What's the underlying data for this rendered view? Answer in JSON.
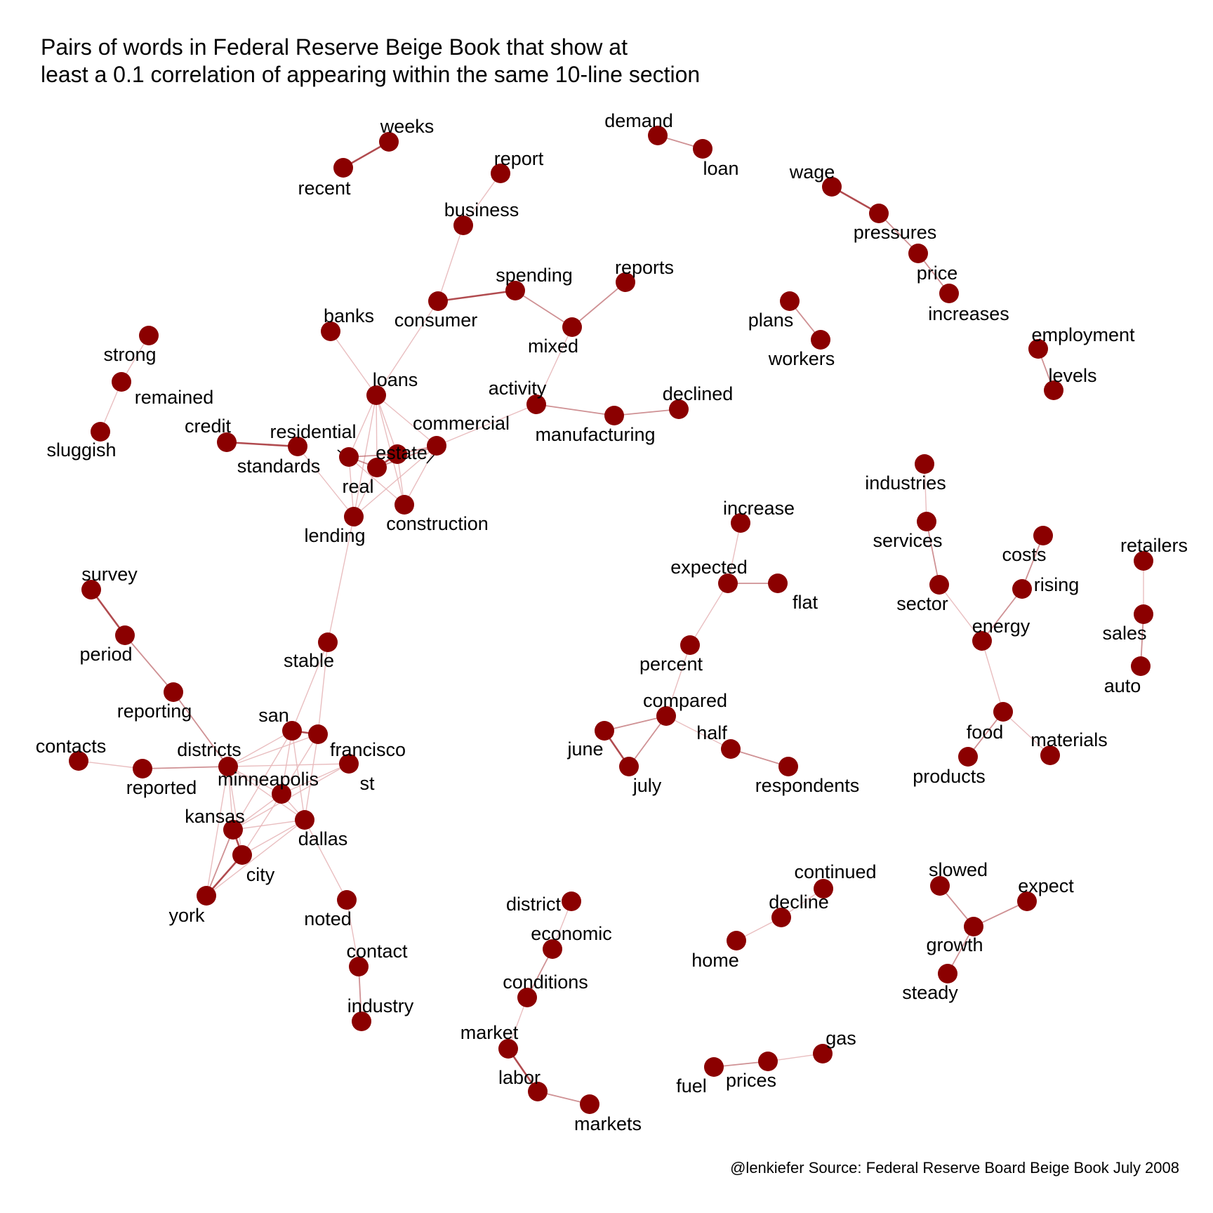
{
  "title_lines": [
    "Pairs of words in Federal Reserve Beige Book that show at",
    "least a 0.1 correlation of appearing within the same 10-line section"
  ],
  "caption": "@lenkiefer Source: Federal Reserve Board Beige Book July 2008",
  "colors": {
    "node": "#8b0000",
    "edge_strong": "#a8373c",
    "edge_weak": "#e7b7b9",
    "text": "#000000",
    "background": "#ffffff"
  },
  "nodes": [
    {
      "id": "weeks",
      "label": "weeks"
    },
    {
      "id": "recent",
      "label": "recent"
    },
    {
      "id": "demand",
      "label": "demand"
    },
    {
      "id": "loan",
      "label": "loan"
    },
    {
      "id": "wage",
      "label": "wage"
    },
    {
      "id": "pressures",
      "label": "pressures"
    },
    {
      "id": "price",
      "label": "price"
    },
    {
      "id": "increases",
      "label": "increases"
    },
    {
      "id": "report",
      "label": "report"
    },
    {
      "id": "business",
      "label": "business"
    },
    {
      "id": "consumer",
      "label": "consumer"
    },
    {
      "id": "spending",
      "label": "spending"
    },
    {
      "id": "mixed",
      "label": "mixed"
    },
    {
      "id": "reports",
      "label": "reports"
    },
    {
      "id": "activity",
      "label": "activity"
    },
    {
      "id": "manufacturing",
      "label": "manufacturing"
    },
    {
      "id": "declined",
      "label": "declined"
    },
    {
      "id": "banks",
      "label": "banks"
    },
    {
      "id": "loans",
      "label": "loans"
    },
    {
      "id": "commercial",
      "label": "commercial"
    },
    {
      "id": "residential",
      "label": "residential"
    },
    {
      "id": "estate",
      "label": "estate"
    },
    {
      "id": "real",
      "label": "real"
    },
    {
      "id": "construction",
      "label": "construction"
    },
    {
      "id": "lending",
      "label": "lending"
    },
    {
      "id": "credit",
      "label": "credit"
    },
    {
      "id": "standards",
      "label": "standards"
    },
    {
      "id": "strong",
      "label": "strong"
    },
    {
      "id": "remained",
      "label": "remained"
    },
    {
      "id": "sluggish",
      "label": "sluggish"
    },
    {
      "id": "plans",
      "label": "plans"
    },
    {
      "id": "workers",
      "label": "workers"
    },
    {
      "id": "employment",
      "label": "employment"
    },
    {
      "id": "levels",
      "label": "levels"
    },
    {
      "id": "industries",
      "label": "industries"
    },
    {
      "id": "services",
      "label": "services"
    },
    {
      "id": "sector",
      "label": "sector"
    },
    {
      "id": "energy",
      "label": "energy"
    },
    {
      "id": "costs",
      "label": "costs"
    },
    {
      "id": "rising",
      "label": "rising"
    },
    {
      "id": "food",
      "label": "food"
    },
    {
      "id": "products",
      "label": "products"
    },
    {
      "id": "materials",
      "label": "materials"
    },
    {
      "id": "retailers",
      "label": "retailers"
    },
    {
      "id": "sales",
      "label": "sales"
    },
    {
      "id": "auto",
      "label": "auto"
    },
    {
      "id": "increase",
      "label": "increase"
    },
    {
      "id": "expected",
      "label": "expected"
    },
    {
      "id": "flat",
      "label": "flat"
    },
    {
      "id": "percent",
      "label": "percent"
    },
    {
      "id": "compared",
      "label": "compared"
    },
    {
      "id": "june",
      "label": "june"
    },
    {
      "id": "july",
      "label": "july"
    },
    {
      "id": "half",
      "label": "half"
    },
    {
      "id": "respondents",
      "label": "respondents"
    },
    {
      "id": "survey",
      "label": "survey"
    },
    {
      "id": "period",
      "label": "period"
    },
    {
      "id": "reporting",
      "label": "reporting"
    },
    {
      "id": "contacts",
      "label": "contacts"
    },
    {
      "id": "reported",
      "label": "reported"
    },
    {
      "id": "districts",
      "label": "districts"
    },
    {
      "id": "stable",
      "label": "stable"
    },
    {
      "id": "san",
      "label": "san"
    },
    {
      "id": "francisco",
      "label": "francisco"
    },
    {
      "id": "st",
      "label": "st"
    },
    {
      "id": "minneapolis",
      "label": "minneapolis"
    },
    {
      "id": "kansas",
      "label": "kansas"
    },
    {
      "id": "dallas",
      "label": "dallas"
    },
    {
      "id": "city",
      "label": "city"
    },
    {
      "id": "york",
      "label": "york"
    },
    {
      "id": "noted",
      "label": "noted"
    },
    {
      "id": "contact",
      "label": "contact"
    },
    {
      "id": "industry",
      "label": "industry"
    },
    {
      "id": "district",
      "label": "district"
    },
    {
      "id": "economic",
      "label": "economic"
    },
    {
      "id": "conditions",
      "label": "conditions"
    },
    {
      "id": "market",
      "label": "market"
    },
    {
      "id": "labor",
      "label": "labor"
    },
    {
      "id": "markets",
      "label": "markets"
    },
    {
      "id": "continued",
      "label": "continued"
    },
    {
      "id": "decline",
      "label": "decline"
    },
    {
      "id": "home",
      "label": "home"
    },
    {
      "id": "slowed",
      "label": "slowed"
    },
    {
      "id": "expect",
      "label": "expect"
    },
    {
      "id": "growth",
      "label": "growth"
    },
    {
      "id": "steady",
      "label": "steady"
    },
    {
      "id": "fuel",
      "label": "fuel"
    },
    {
      "id": "prices",
      "label": "prices"
    },
    {
      "id": "gas",
      "label": "gas"
    }
  ],
  "edges": [
    {
      "from": "weeks",
      "to": "recent",
      "strength": "strong"
    },
    {
      "from": "demand",
      "to": "loan",
      "strength": "medium"
    },
    {
      "from": "wage",
      "to": "pressures",
      "strength": "strong"
    },
    {
      "from": "pressures",
      "to": "price",
      "strength": "medium"
    },
    {
      "from": "price",
      "to": "increases",
      "strength": "medium"
    },
    {
      "from": "report",
      "to": "business",
      "strength": "weak"
    },
    {
      "from": "business",
      "to": "consumer",
      "strength": "weak"
    },
    {
      "from": "consumer",
      "to": "spending",
      "strength": "strong"
    },
    {
      "from": "spending",
      "to": "mixed",
      "strength": "medium"
    },
    {
      "from": "mixed",
      "to": "reports",
      "strength": "medium"
    },
    {
      "from": "mixed",
      "to": "activity",
      "strength": "weak"
    },
    {
      "from": "activity",
      "to": "manufacturing",
      "strength": "medium"
    },
    {
      "from": "manufacturing",
      "to": "declined",
      "strength": "medium"
    },
    {
      "from": "activity",
      "to": "commercial",
      "strength": "weak"
    },
    {
      "from": "consumer",
      "to": "loans",
      "strength": "weak"
    },
    {
      "from": "banks",
      "to": "loans",
      "strength": "weak"
    },
    {
      "from": "loans",
      "to": "residential",
      "strength": "weak"
    },
    {
      "from": "loans",
      "to": "estate",
      "strength": "weak"
    },
    {
      "from": "loans",
      "to": "real",
      "strength": "weak"
    },
    {
      "from": "loans",
      "to": "commercial",
      "strength": "weak"
    },
    {
      "from": "loans",
      "to": "construction",
      "strength": "weak"
    },
    {
      "from": "loans",
      "to": "lending",
      "strength": "weak"
    },
    {
      "from": "residential",
      "to": "real",
      "strength": "medium"
    },
    {
      "from": "residential",
      "to": "estate",
      "strength": "medium"
    },
    {
      "from": "residential",
      "to": "construction",
      "strength": "weak"
    },
    {
      "from": "residential",
      "to": "lending",
      "strength": "weak"
    },
    {
      "from": "real",
      "to": "estate",
      "strength": "strong"
    },
    {
      "from": "real",
      "to": "commercial",
      "strength": "medium"
    },
    {
      "from": "real",
      "to": "lending",
      "strength": "weak"
    },
    {
      "from": "estate",
      "to": "commercial",
      "strength": "medium"
    },
    {
      "from": "estate",
      "to": "construction",
      "strength": "weak"
    },
    {
      "from": "commercial",
      "to": "construction",
      "strength": "weak"
    },
    {
      "from": "commercial",
      "to": "lending",
      "strength": "weak"
    },
    {
      "from": "credit",
      "to": "standards",
      "strength": "strong"
    },
    {
      "from": "standards",
      "to": "lending",
      "strength": "weak"
    },
    {
      "from": "lending",
      "to": "stable",
      "strength": "weak"
    },
    {
      "from": "strong",
      "to": "remained",
      "strength": "weak"
    },
    {
      "from": "remained",
      "to": "sluggish",
      "strength": "weak"
    },
    {
      "from": "plans",
      "to": "workers",
      "strength": "medium"
    },
    {
      "from": "employment",
      "to": "levels",
      "strength": "medium"
    },
    {
      "from": "industries",
      "to": "services",
      "strength": "weak"
    },
    {
      "from": "services",
      "to": "sector",
      "strength": "medium"
    },
    {
      "from": "sector",
      "to": "energy",
      "strength": "weak"
    },
    {
      "from": "costs",
      "to": "rising",
      "strength": "medium"
    },
    {
      "from": "rising",
      "to": "energy",
      "strength": "medium"
    },
    {
      "from": "energy",
      "to": "food",
      "strength": "weak"
    },
    {
      "from": "food",
      "to": "products",
      "strength": "medium"
    },
    {
      "from": "food",
      "to": "materials",
      "strength": "weak"
    },
    {
      "from": "retailers",
      "to": "sales",
      "strength": "weak"
    },
    {
      "from": "sales",
      "to": "auto",
      "strength": "medium"
    },
    {
      "from": "increase",
      "to": "expected",
      "strength": "weak"
    },
    {
      "from": "expected",
      "to": "flat",
      "strength": "medium"
    },
    {
      "from": "expected",
      "to": "percent",
      "strength": "weak"
    },
    {
      "from": "percent",
      "to": "compared",
      "strength": "weak"
    },
    {
      "from": "compared",
      "to": "june",
      "strength": "medium"
    },
    {
      "from": "compared",
      "to": "july",
      "strength": "medium"
    },
    {
      "from": "june",
      "to": "july",
      "strength": "strong"
    },
    {
      "from": "compared",
      "to": "half",
      "strength": "weak"
    },
    {
      "from": "half",
      "to": "respondents",
      "strength": "medium"
    },
    {
      "from": "survey",
      "to": "period",
      "strength": "strong"
    },
    {
      "from": "period",
      "to": "reporting",
      "strength": "medium"
    },
    {
      "from": "reporting",
      "to": "districts",
      "strength": "medium"
    },
    {
      "from": "contacts",
      "to": "reported",
      "strength": "weak"
    },
    {
      "from": "reported",
      "to": "districts",
      "strength": "medium"
    },
    {
      "from": "districts",
      "to": "san",
      "strength": "weak"
    },
    {
      "from": "districts",
      "to": "francisco",
      "strength": "weak"
    },
    {
      "from": "districts",
      "to": "st",
      "strength": "weak"
    },
    {
      "from": "districts",
      "to": "minneapolis",
      "strength": "weak"
    },
    {
      "from": "districts",
      "to": "kansas",
      "strength": "weak"
    },
    {
      "from": "districts",
      "to": "dallas",
      "strength": "weak"
    },
    {
      "from": "districts",
      "to": "city",
      "strength": "weak"
    },
    {
      "from": "districts",
      "to": "york",
      "strength": "weak"
    },
    {
      "from": "san",
      "to": "francisco",
      "strength": "strong"
    },
    {
      "from": "san",
      "to": "minneapolis",
      "strength": "weak"
    },
    {
      "from": "san",
      "to": "dallas",
      "strength": "weak"
    },
    {
      "from": "san",
      "to": "kansas",
      "strength": "weak"
    },
    {
      "from": "francisco",
      "to": "dallas",
      "strength": "weak"
    },
    {
      "from": "francisco",
      "to": "minneapolis",
      "strength": "weak"
    },
    {
      "from": "stable",
      "to": "francisco",
      "strength": "weak"
    },
    {
      "from": "stable",
      "to": "san",
      "strength": "weak"
    },
    {
      "from": "st",
      "to": "minneapolis",
      "strength": "weak"
    },
    {
      "from": "st",
      "to": "kansas",
      "strength": "weak"
    },
    {
      "from": "minneapolis",
      "to": "dallas",
      "strength": "weak"
    },
    {
      "from": "minneapolis",
      "to": "kansas",
      "strength": "weak"
    },
    {
      "from": "minneapolis",
      "to": "city",
      "strength": "weak"
    },
    {
      "from": "kansas",
      "to": "city",
      "strength": "strong"
    },
    {
      "from": "kansas",
      "to": "dallas",
      "strength": "weak"
    },
    {
      "from": "kansas",
      "to": "york",
      "strength": "medium"
    },
    {
      "from": "city",
      "to": "york",
      "strength": "strong"
    },
    {
      "from": "city",
      "to": "dallas",
      "strength": "weak"
    },
    {
      "from": "dallas",
      "to": "york",
      "strength": "weak"
    },
    {
      "from": "dallas",
      "to": "noted",
      "strength": "weak"
    },
    {
      "from": "noted",
      "to": "contact",
      "strength": "weak"
    },
    {
      "from": "contact",
      "to": "industry",
      "strength": "medium"
    },
    {
      "from": "district",
      "to": "economic",
      "strength": "weak"
    },
    {
      "from": "economic",
      "to": "conditions",
      "strength": "medium"
    },
    {
      "from": "conditions",
      "to": "market",
      "strength": "weak"
    },
    {
      "from": "market",
      "to": "labor",
      "strength": "strong"
    },
    {
      "from": "labor",
      "to": "markets",
      "strength": "medium"
    },
    {
      "from": "continued",
      "to": "decline",
      "strength": "weak"
    },
    {
      "from": "decline",
      "to": "home",
      "strength": "weak"
    },
    {
      "from": "slowed",
      "to": "growth",
      "strength": "medium"
    },
    {
      "from": "expect",
      "to": "growth",
      "strength": "medium"
    },
    {
      "from": "growth",
      "to": "steady",
      "strength": "medium"
    },
    {
      "from": "fuel",
      "to": "prices",
      "strength": "medium"
    },
    {
      "from": "prices",
      "to": "gas",
      "strength": "weak"
    }
  ]
}
